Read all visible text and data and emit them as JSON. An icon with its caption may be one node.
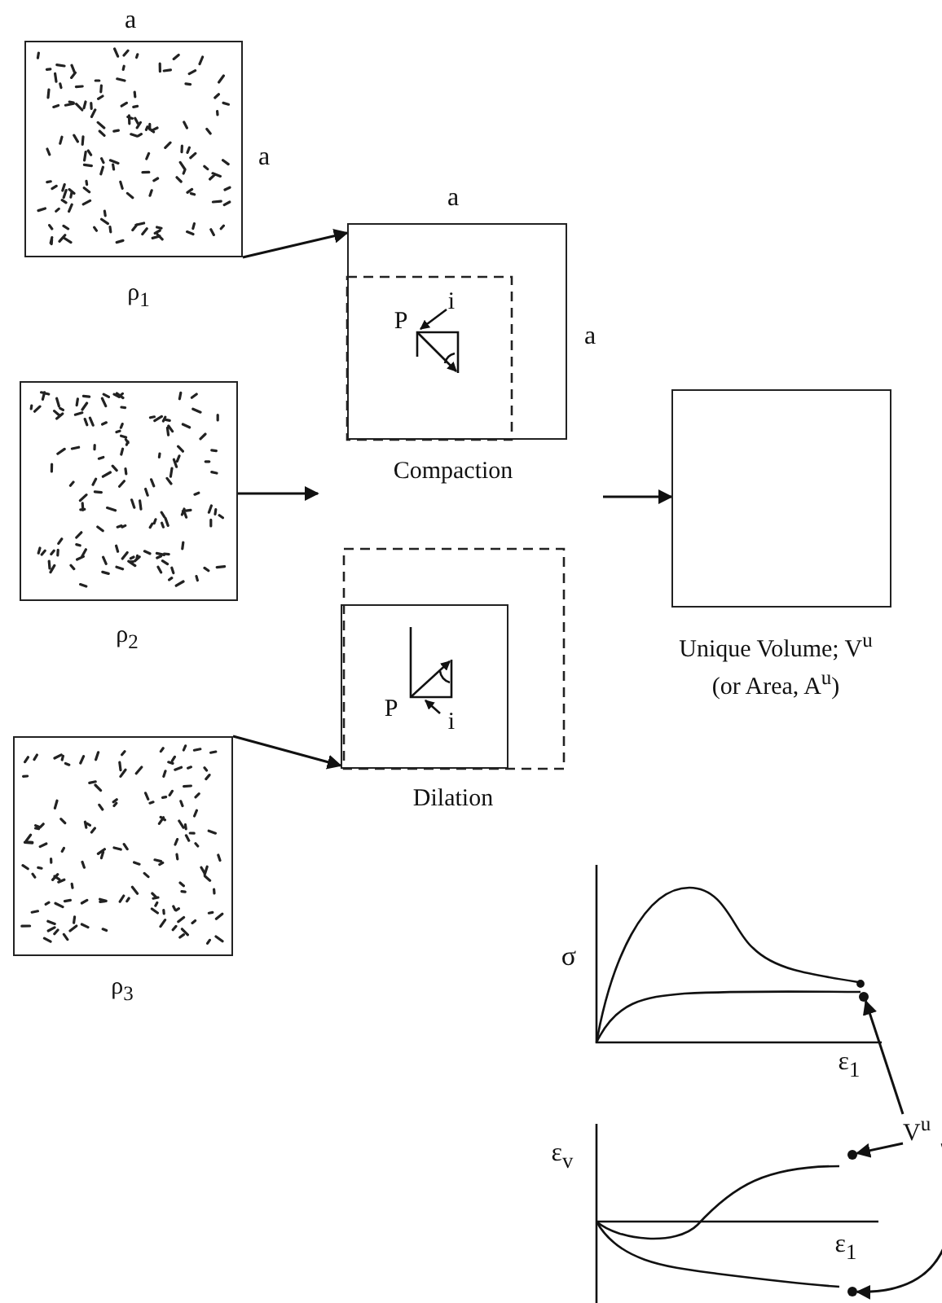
{
  "diagram": {
    "nodes": [
      {
        "text": [],
        "shape": "box",
        "beside": [
          "ρ$_{1}$"
        ]
      },
      {
        "text": [],
        "shape": "box",
        "beside": [
          "ρ$_{2}$"
        ]
      },
      {
        "text": [],
        "shape": "box",
        "beside": [
          "ρ$_{3}$"
        ]
      },
      {
        "text": [],
        "shape": "box",
        "beside": [
          "Compaction"
        ]
      },
      {
        "text": [],
        "shape": "box",
        "beside": [
          "Dilation"
        ]
      },
      {
        "text": [],
        "shape": "box",
        "beside": [
          "Unique Volume; V$^{u}$",
          "(or Area, A$^{u}$)"
        ]
      },
      {
        "text": [
          "V$^{u}$"
        ]
      },
      {
        "text": [],
        "shape": "circle"
      },
      {
        "text": [],
        "shape": "circle"
      },
      {
        "text": [],
        "shape": "circle"
      }
    ],
    "edges": [
      {
        "from": 0,
        "to": 3,
        "arrow": "to"
      },
      {
        "from": 1,
        "to": null,
        "arrow": "to"
      },
      {
        "from": 2,
        "to": 4,
        "arrow": "to"
      },
      {
        "from": null,
        "to": 5,
        "arrow": "to"
      },
      {
        "from": 6,
        "to": 7,
        "arrow": "to"
      },
      {
        "from": 6,
        "to": 8,
        "arrow": "to"
      },
      {
        "from": 6,
        "to": 9,
        "arrow": "to"
      }
    ],
    "labels": [
      "a",
      "a",
      "a",
      "a",
      "P",
      "i",
      "P",
      "i",
      "σ",
      "ε$_{1}$",
      "ε$_{v}$",
      "ε$_{1}$"
    ]
  }
}
